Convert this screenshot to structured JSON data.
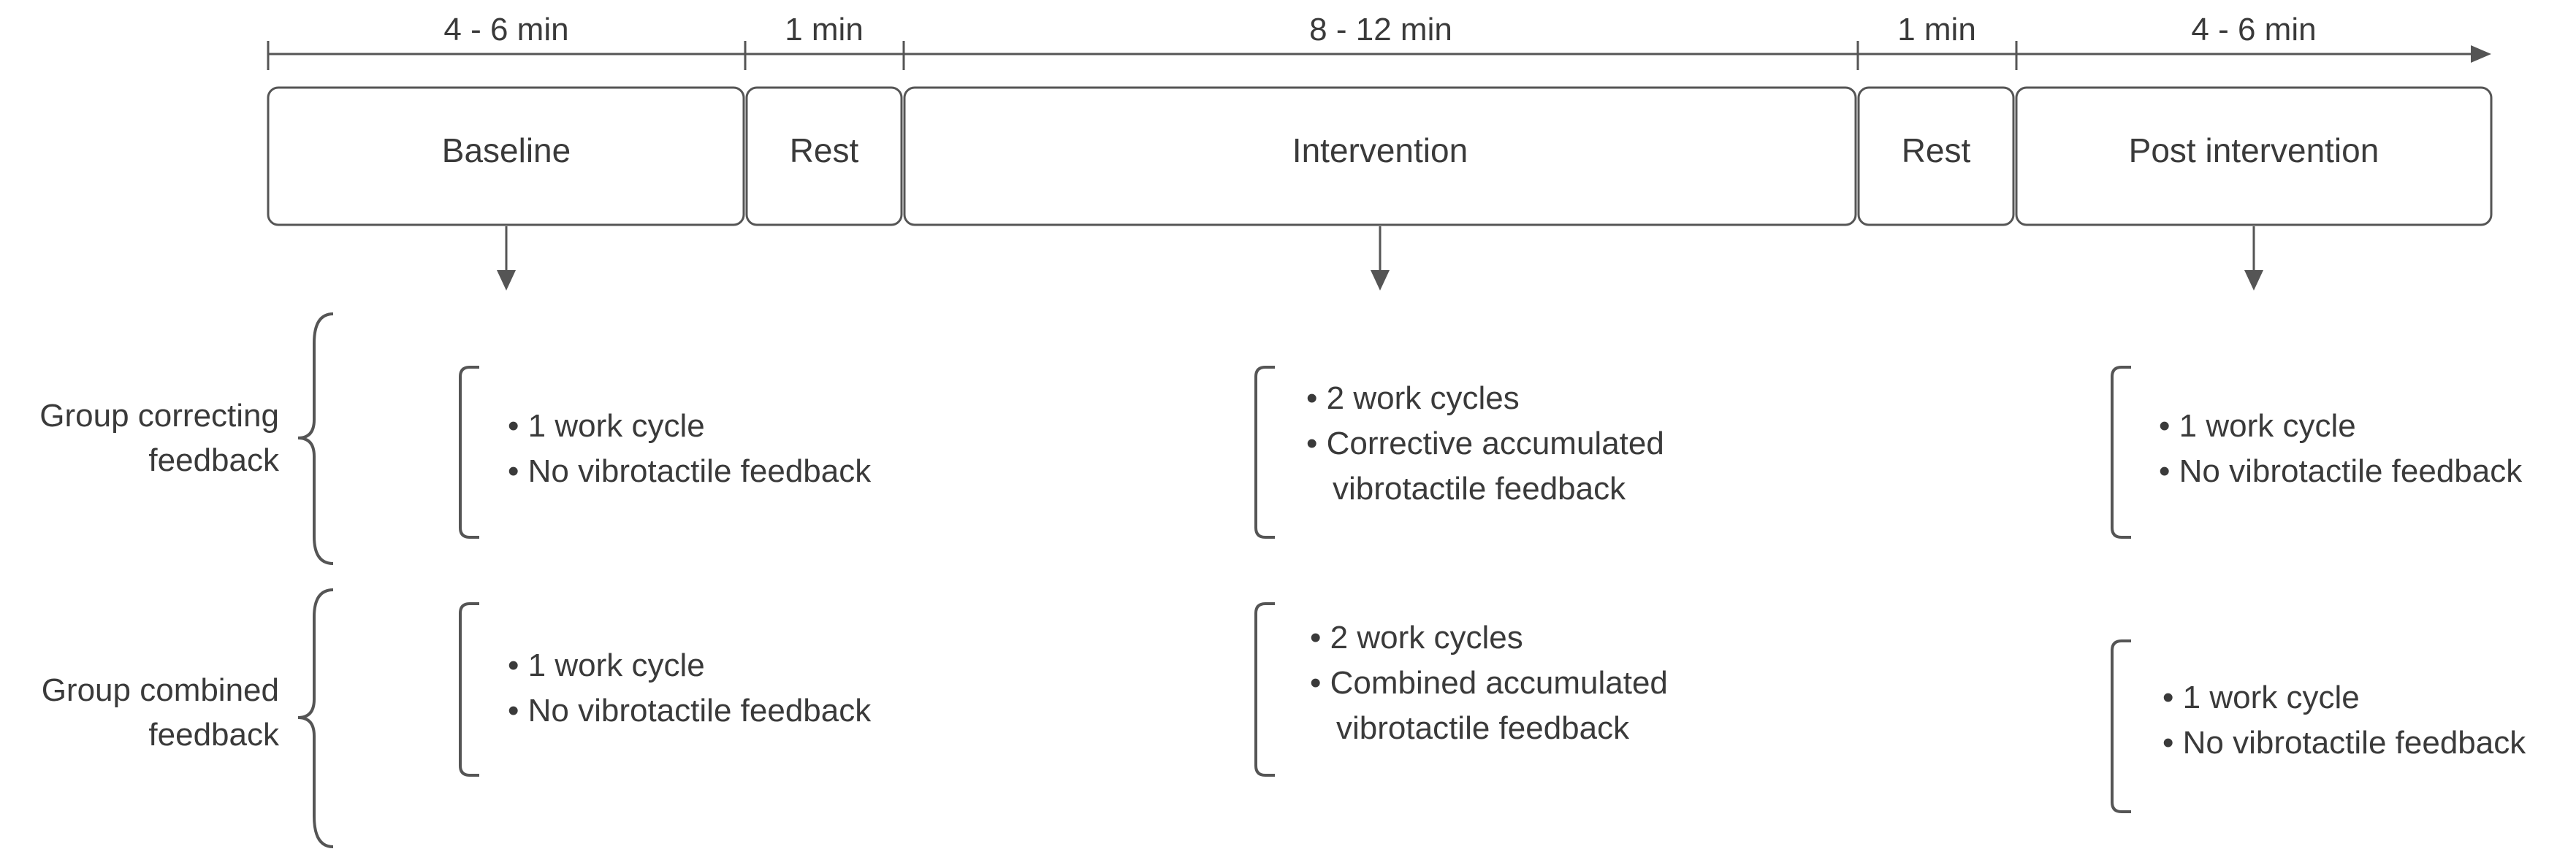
{
  "timeline": {
    "durations": [
      "4 - 6 min",
      "1 min",
      "8 - 12 min",
      "1 min",
      "4 - 6 min"
    ],
    "phases": [
      "Baseline",
      "Rest",
      "Intervention",
      "Rest",
      "Post intervention"
    ]
  },
  "groups": [
    {
      "label_lines": [
        "Group correcting",
        "feedback"
      ],
      "baseline": [
        "1 work cycle",
        "No vibrotactile feedback"
      ],
      "intervention": [
        "2 work cycles",
        "Corrective accumulated",
        "vibrotactile feedback"
      ],
      "post": [
        "1 work cycle",
        "No vibrotactile feedback"
      ]
    },
    {
      "label_lines": [
        "Group combined",
        "feedback"
      ],
      "baseline": [
        "1 work cycle",
        "No vibrotactile feedback"
      ],
      "intervention": [
        "2 work cycles",
        "Combined accumulated",
        "vibrotactile feedback"
      ],
      "post": [
        "1 work cycle",
        "No vibrotactile feedback"
      ]
    }
  ]
}
